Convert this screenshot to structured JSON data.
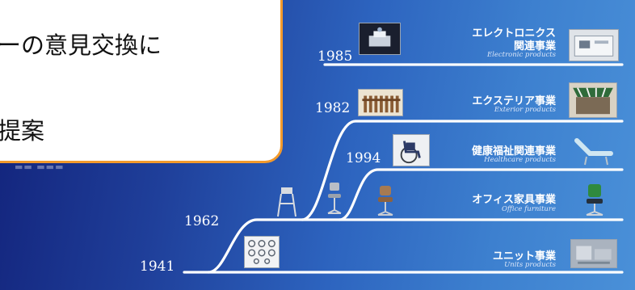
{
  "callout": {
    "line1": "ーの意見交換に",
    "line2": "提案"
  },
  "timeline": {
    "rows": [
      {
        "year": "1985",
        "jp": "エレクトロニクス",
        "jp2": "関連事業",
        "en": "Electronic products"
      },
      {
        "year": "1982",
        "jp": "エクステリア事業",
        "jp2": "",
        "en": "Exterior products"
      },
      {
        "year": "1994",
        "jp": "健康福祉関連事業",
        "jp2": "",
        "en": "Healthcare products"
      },
      {
        "year": "",
        "jp": "オフィス家具事業",
        "jp2": "",
        "en": "Office furniture"
      },
      {
        "year": "1962",
        "jp": "",
        "jp2": "",
        "en": ""
      },
      {
        "year": "1941",
        "jp": "ユニット事業",
        "jp2": "",
        "en": "Units products"
      }
    ]
  },
  "colors": {
    "background_dark": "#12227a",
    "background_light": "#4a90d8",
    "callout_border": "#f39a2c",
    "line": "#ffffff"
  },
  "icons": [
    "electronics-device-photo",
    "electronics-machine-photo",
    "fence-photo",
    "awning-photo",
    "wheelchair-photo",
    "care-bed-photo",
    "folding-chair-photo",
    "office-stool-photo",
    "office-chair-photo",
    "swivel-chair-photo",
    "green-office-chair-photo",
    "parts-collection-photo",
    "metal-units-photo"
  ]
}
